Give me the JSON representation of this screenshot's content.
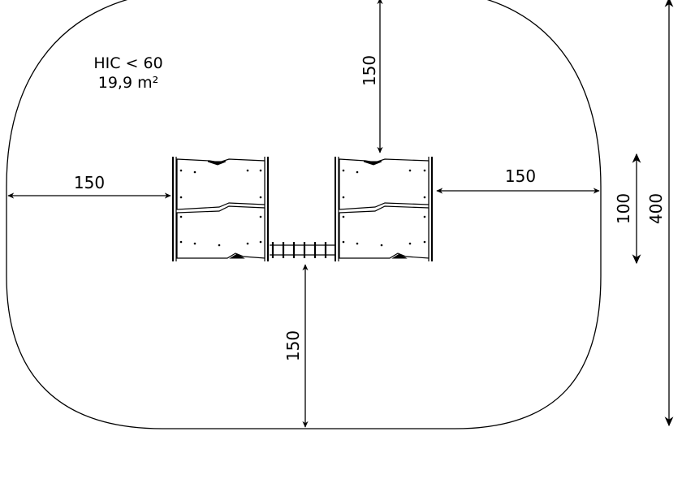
{
  "safety_info": {
    "hic_label": "HIC < 60",
    "area_label": "19,9 m²"
  },
  "dimensions": {
    "top_clearance": "150",
    "left_clearance": "150",
    "right_clearance": "150",
    "bottom_clearance": "150",
    "equipment_width": "100",
    "total_width": "400"
  }
}
